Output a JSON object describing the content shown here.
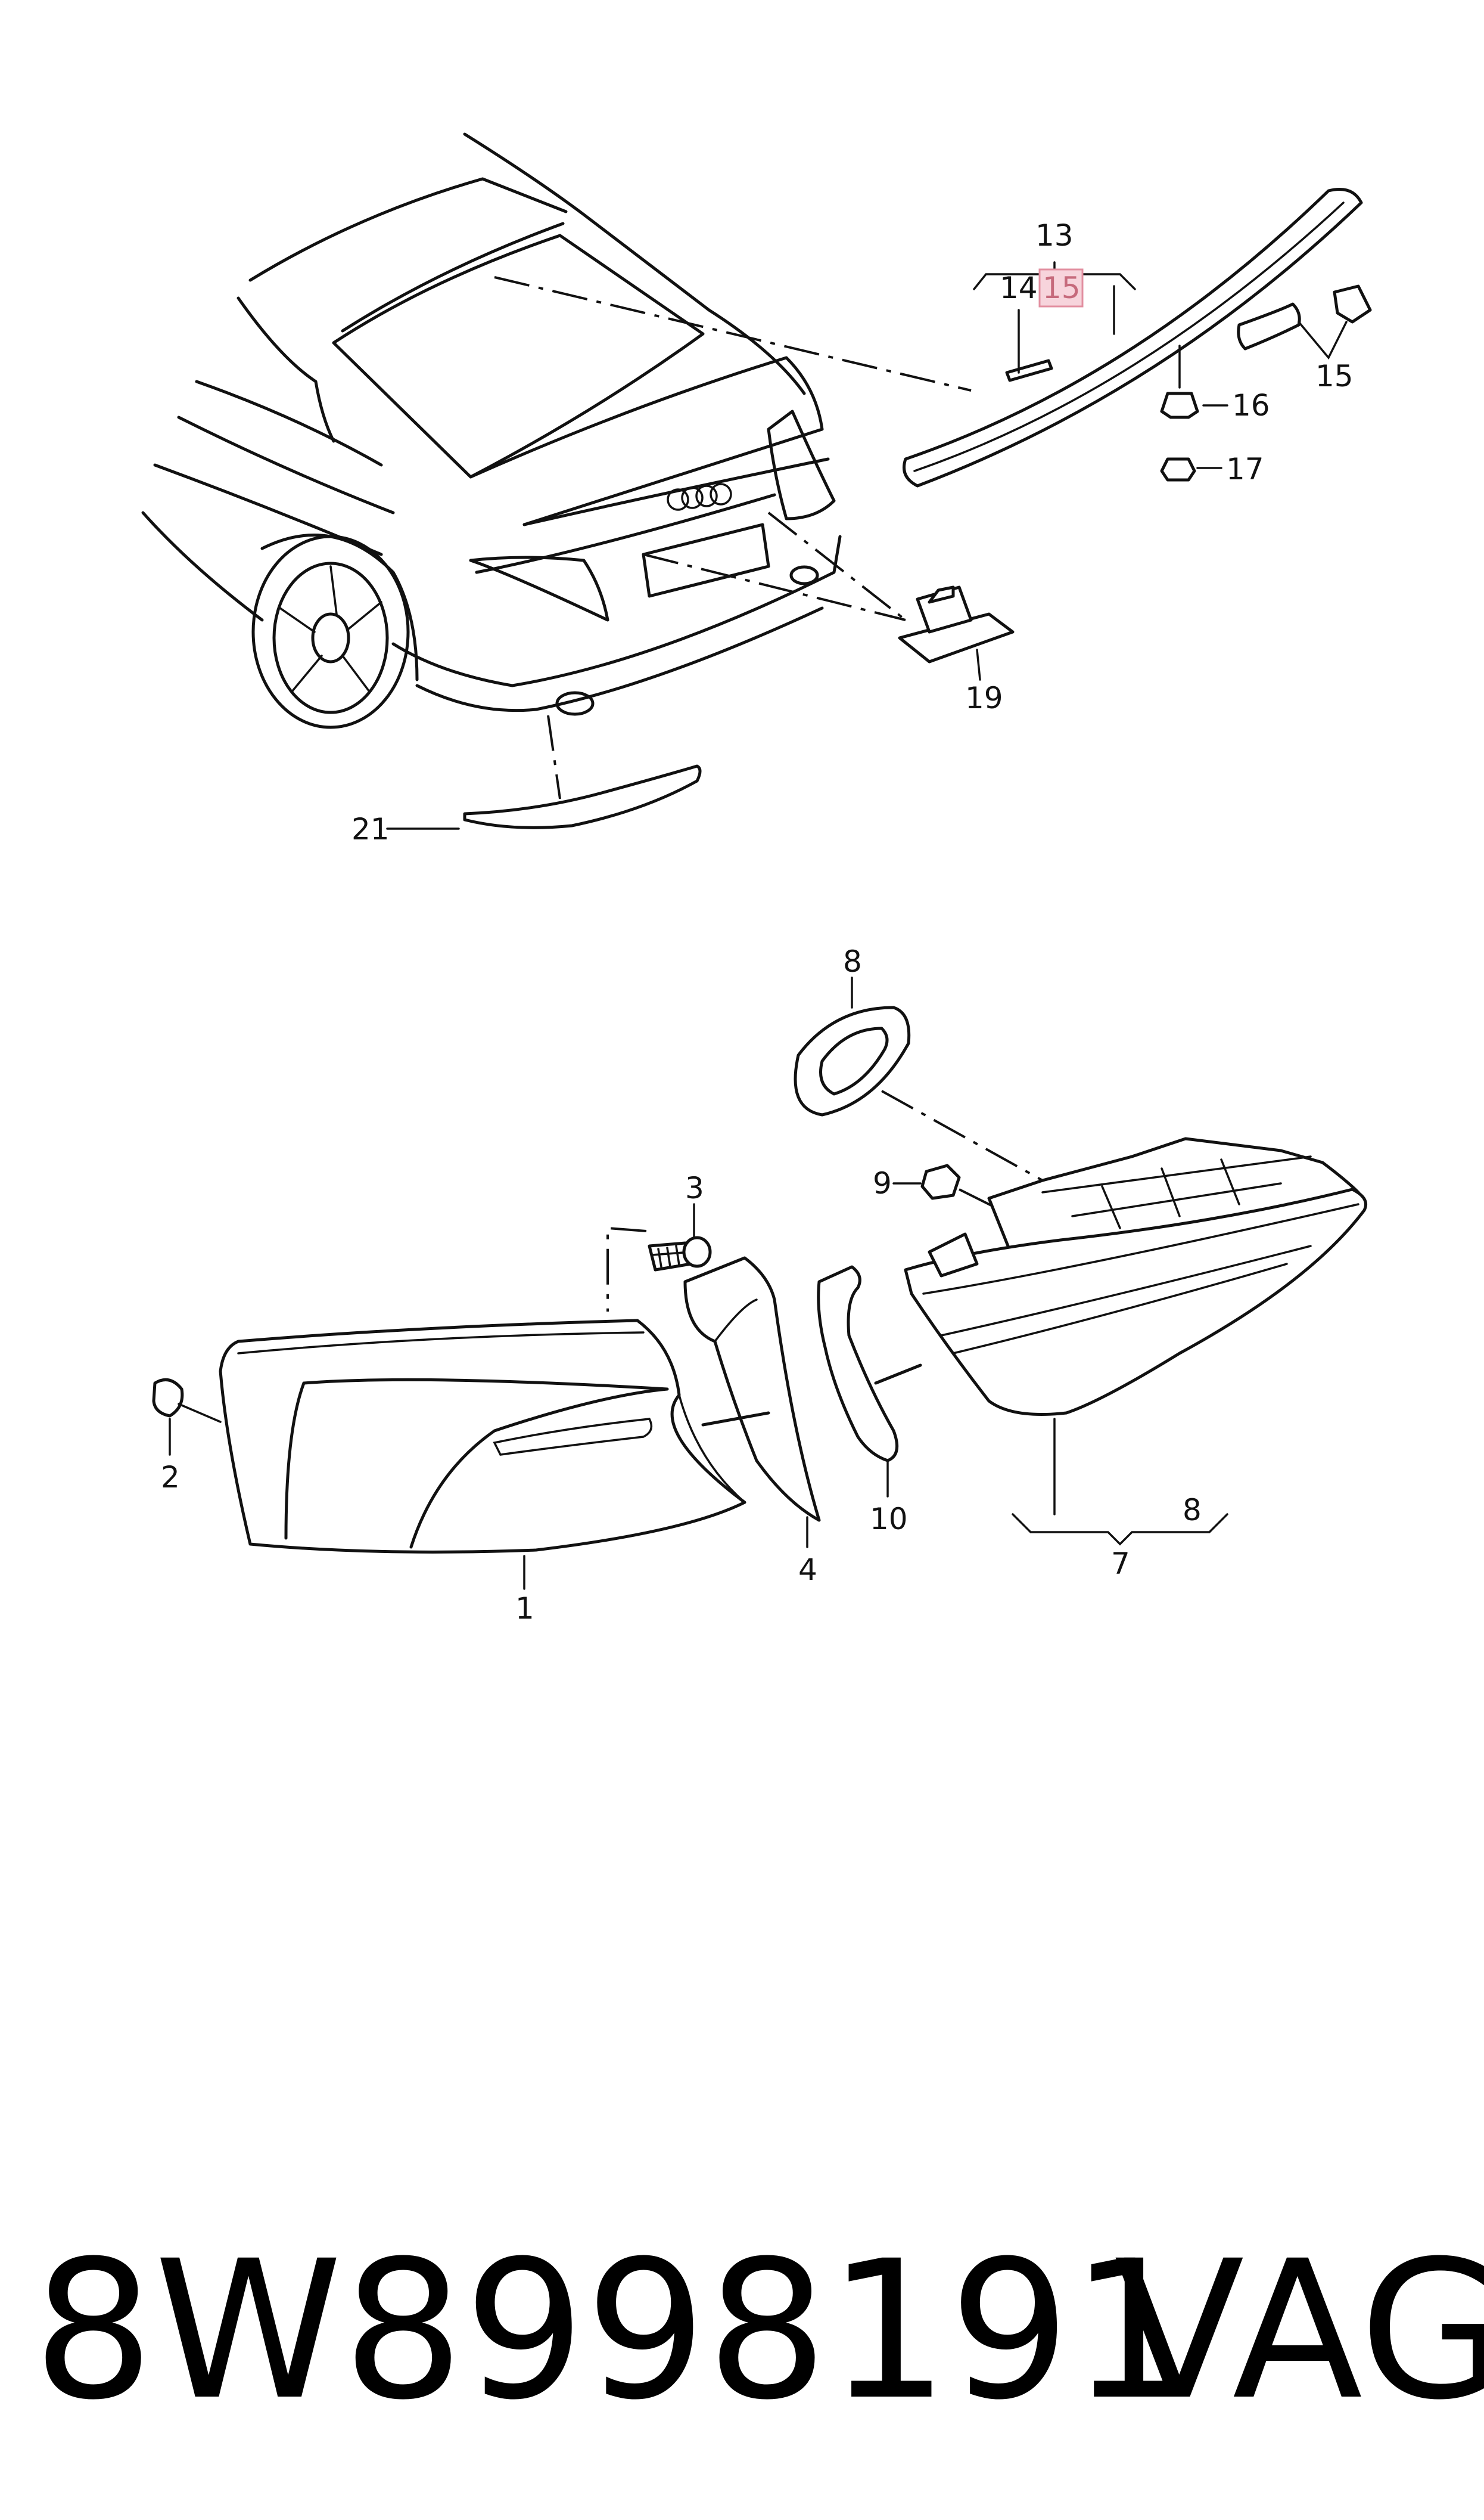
{
  "callouts": {
    "c1": "1",
    "c2": "2",
    "c3": "3",
    "c4": "4",
    "c7": "7",
    "c8_top": "8",
    "c8_bottom": "8",
    "c9": "9",
    "c10": "10",
    "c13": "13",
    "c14": "14",
    "c15_highlight": "15",
    "c15_right": "15",
    "c16": "16",
    "c17": "17",
    "c19": "19",
    "c21": "21"
  },
  "highlight_color": "#f7d4dc",
  "footer": {
    "part_number": "8W8998191",
    "brand": "VAG"
  }
}
